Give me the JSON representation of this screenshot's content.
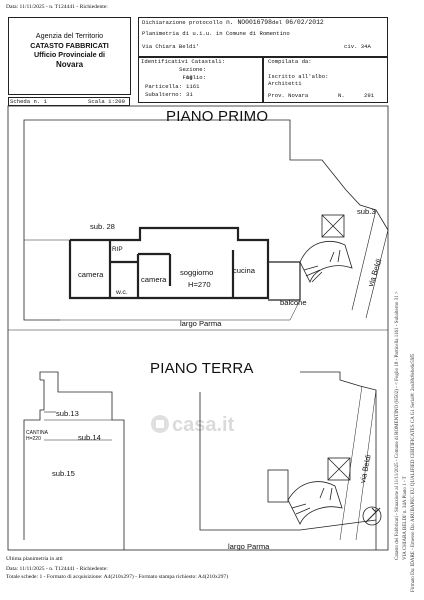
{
  "header": {
    "top_note": "Data: 11/11/2025 - n. T124441 - Richiedente:",
    "agency_line1": "Agenzia del Territorio",
    "agency_line2": "CATASTO FABBRICATI",
    "agency_line3": "Ufficio Provinciale di",
    "agency_line4": "Novara",
    "decl_label": "Dichiarazione protocollo",
    "decl_number": "n. NO0016798",
    "decl_del": "del",
    "decl_date": "06/02/2012",
    "planimetria_label": "Planimetria di u.i.u. in Comune di",
    "comune": "Romentino",
    "address": "Via Chiara Beldi'",
    "civ": "civ. 34A",
    "ident_title": "Identificativi Catastali:",
    "sezione_label": "Sezione:",
    "sezione_value": "",
    "foglio_label": "Foglio:",
    "foglio_value": "18",
    "particella_label": "Particella:",
    "particella_value": "1161",
    "subalterno_label": "Subalterno:",
    "subalterno_value": "31",
    "compilata_label": "Compilata da:",
    "iscritto_label": "Iscritto all'albo:",
    "iscritto_value": "Architetti",
    "prov_label": "Prov. Novara",
    "n_label": "N.",
    "n_value": "291",
    "scheda": "Scheda n. 1",
    "scala": "Scala 1:200"
  },
  "floors": {
    "primo_title": "PIANO PRIMO",
    "terra_title": "PIANO TERRA"
  },
  "rooms": {
    "sub28": "sub. 28",
    "sub3": "sub.3",
    "rip": "RIP",
    "camera1": "camera",
    "wc": "w.c.",
    "camera2": "camera",
    "soggiorno": "soggiorno",
    "h270": "H=270",
    "cucina": "cucina",
    "balcone": "balcone",
    "via_beldi_1": "via Beldi",
    "largo_parma_1": "largo Parma",
    "sub13": "sub.13",
    "sub14": "sub.14",
    "sub15": "sub.15",
    "cantina": "CANTINA",
    "h220": "H=220",
    "via_beldi_2": "via Beldi",
    "largo_parma_2": "largo Parma"
  },
  "footer": {
    "ultima": "Ultima planimetria in atti",
    "line1": "Data: 11/11/2025 - n. T124441 - Richiedente:",
    "line2": "Totale schede: 1 - Formato di acquisizione: A4(210x297) - Formato stampa richiesto: A4(210x297)"
  },
  "side": {
    "left_vertical": "Catasto dei Fabbricati - Situazione al 11/11/2025 - Comune di ROMENTINO (H502) - < Foglio 18 - Particella 1161 - Subalterno 31 >",
    "right_vertical_1": "Firmato Da: IDARE - Emesso Da: ARUBAPEC EU QUALIFIED CERTIFICATES CA G1 Serial#: 2ea38c8ebe6c59f5",
    "right_vertical_2": "VIA CHIARA BELDI' n. 34A Piano 1 - T"
  },
  "watermark": "casa.it"
}
